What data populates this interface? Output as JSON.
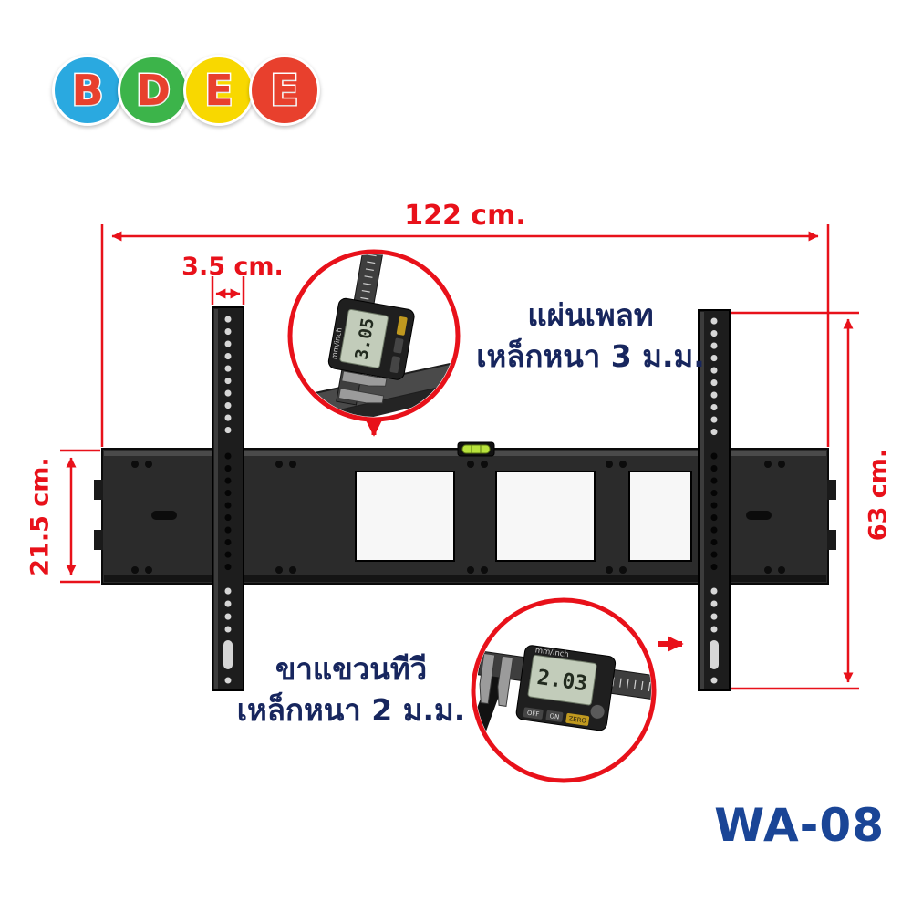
{
  "brand": {
    "letters": [
      {
        "char": "B",
        "bg": "#2aa9e0"
      },
      {
        "char": "D",
        "bg": "#3cb44a"
      },
      {
        "char": "E",
        "bg": "#f8d800"
      },
      {
        "char": "E",
        "bg": "#e8402d"
      }
    ],
    "letter_color": "#e8402d"
  },
  "dimensions": {
    "overall_width": "122 cm.",
    "arm_width": "3.5 cm.",
    "plate_height": "21.5 cm.",
    "arm_height": "63 cm."
  },
  "plate_callout": {
    "line1": "แผ่นเพลท",
    "line2": "เหล็กหนา 3 ม.ม.",
    "reading": "3.05",
    "unit": "mm/inch"
  },
  "arm_callout": {
    "line1": "ขาแขวนทีวี",
    "line2": "เหล็กหนา 2 ม.ม.",
    "reading": "2.03",
    "unit": "mm/inch",
    "buttons": {
      "off": "OFF",
      "on": "ON",
      "zero": "ZERO"
    }
  },
  "model": "WA-08",
  "colors": {
    "accent_red": "#e8111a",
    "label_navy": "#17265e",
    "model_blue": "#1a4596",
    "bracket_black": "#1d1d1d"
  }
}
